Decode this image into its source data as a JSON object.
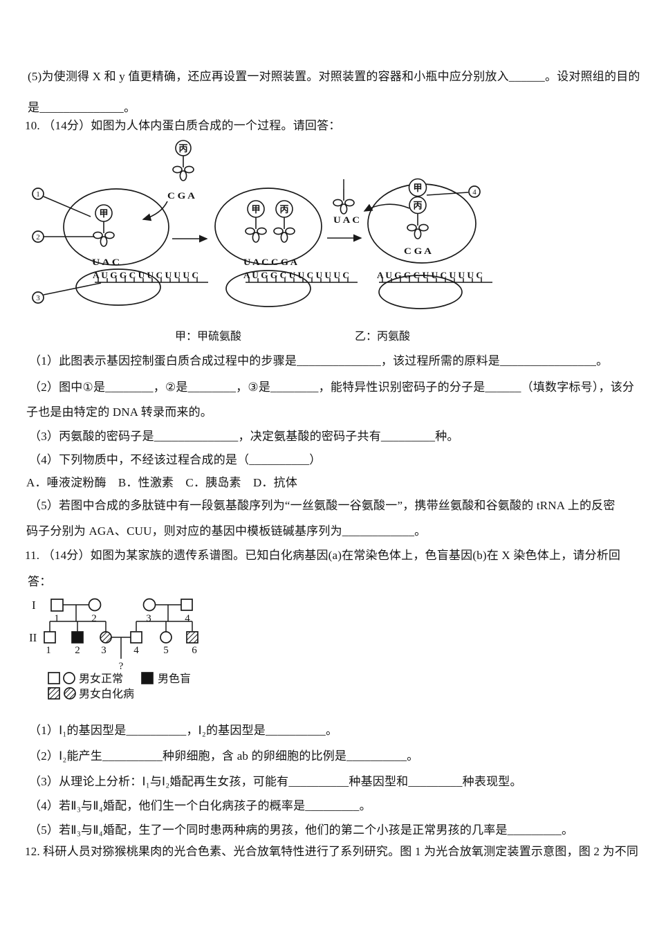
{
  "document": {
    "lines": [
      "(5)为使测得 X 和 y 值更精确，还应再设置一对照装置。对照装置的容器和小瓶中应分别放入______。设对照组的目的",
      "是______________。",
      "10. （14分）如图为人体内蛋白质合成的一个过程。请回答：",
      "（1）此图表示基因控制蛋白质合成过程中的步骤是______________，该过程所需的原料是________________。",
      "（2）图中①是________，②是________，③是________，能特异性识别密码子的分子是______（填数字标号），该分",
      "子也是由特定的 DNA 转录而来的。",
      "（3）丙氨酸的密码子是______________，决定氨基酸的密码子共有_________种。",
      "（4）下列物质中，不经该过程合成的是（__________）",
      "A．唾液淀粉酶　B．性激素　C．胰岛素　D．抗体",
      "（5）若图中合成的多肽链中有一段氨基酸序列为“一丝氨酸一谷氨酸一”，携带丝氨酸和谷氨酸的 tRNA 上的反密",
      "码子分别为 AGA、CUU，则对应的基因中模板链碱基序列为____________。",
      "11. （14分）如图为某家族的遗传系谱图。已知白化病基因(a)在常染色体上，色盲基因(b)在 X 染色体上，请分析回",
      "答：",
      "（1）Ⅰ₁的基因型是__________，Ⅰ₂的基因型是__________。",
      "（2）Ⅰ₂能产生__________种卵细胞，含 ab 的卵细胞的比例是__________。",
      "（3）从理论上分析：Ⅰ₁与Ⅰ₂婚配再生女孩，可能有__________种基因型和_________种表现型。",
      "（4）若Ⅱ₃与Ⅱ₄婚配，他们生一个白化病孩子的概率是_________。",
      "（5）若Ⅱ₃与Ⅱ₄婚配，生了一个同时患两种病的男孩，他们的第二个小孩是正常男孩的几率是_________。",
      "12. 科研人员对猕猴桃果肉的光合色素、光合放氧特性进行了系列研究。图 1 为光合放氧测定装置示意图，图 2 为不同"
    ],
    "figure1": {
      "caption_left": "甲：甲硫氨酸",
      "caption_right": "乙：丙氨酸",
      "aa_jia": "甲",
      "aa_bing": "丙",
      "anticodon_cga": "C G A",
      "anticodon_uac": "U A C",
      "anticodon_uaccga": "U A C C G A",
      "mrna_seq": "A U G G C U U C U U U C",
      "step_labels": [
        "1",
        "2",
        "3",
        "4"
      ]
    },
    "figure2": {
      "gen_labels": [
        "I",
        "II"
      ],
      "gen1_numbers": [
        "1",
        "2",
        "3",
        "4"
      ],
      "gen2_numbers": [
        "1",
        "2",
        "3",
        "4",
        "5",
        "6"
      ],
      "offspring_mark": "?",
      "legend_normal": "男女正常",
      "legend_colorblind": "男色盲",
      "legend_albino": "男女白化病"
    }
  }
}
